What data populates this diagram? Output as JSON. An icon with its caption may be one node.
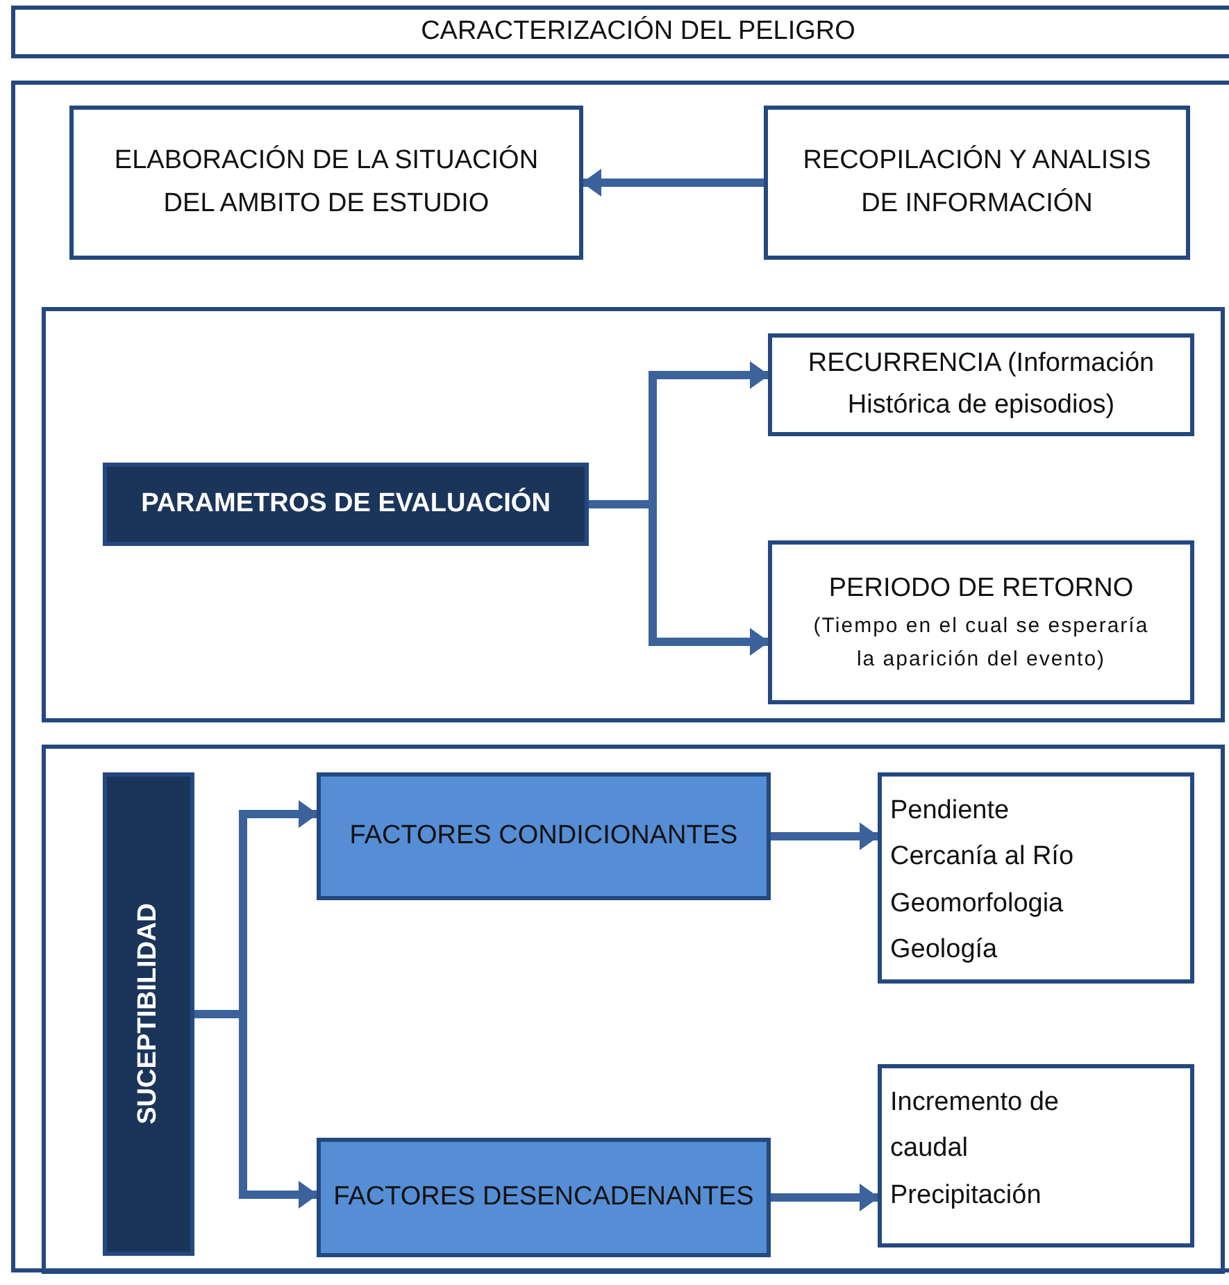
{
  "diagram": {
    "nodes": [
      {
        "text": [
          "CARACTERIZACIÓN DEL PELIGRO"
        ]
      },
      {
        "text": [],
        "shape": "box"
      },
      {
        "text": [
          "ELABORACIÓN DE LA SITUACIÓN DEL AMBITO DE ESTUDIO"
        ],
        "in": 1
      },
      {
        "text": [
          "RECOPILACIÓN Y ANALISIS DE INFORMACIÓN"
        ],
        "in": 1
      },
      {
        "text": [],
        "shape": "box",
        "in": 1
      },
      {
        "text": [
          "PARAMETROS DE EVALUACIÓN"
        ],
        "in": 4
      },
      {
        "text": [
          "RECURRENCIA (Información Histórica de episodios)"
        ],
        "in": 4
      },
      {
        "text": [
          "PERIODO DE RETORNO",
          "(Tiempo en el cual se esperaría la aparición del evento)"
        ],
        "in": 4
      },
      {
        "text": [],
        "shape": "box",
        "in": 1
      },
      {
        "text": [
          "SUCEPTIBILIDAD"
        ],
        "in": 8
      },
      {
        "text": [
          "FACTORES CONDICIONANTES"
        ],
        "in": 8
      },
      {
        "text": [
          "FACTORES DESENCADENANTES"
        ],
        "in": 8
      },
      {
        "text": [
          "Pendiente",
          "Cercanía al Río",
          "Geomorfologia",
          "Geología"
        ],
        "in": 8
      },
      {
        "text": [
          "Incremento de caudal",
          "Precipitación"
        ],
        "in": 8
      }
    ],
    "edges": [
      {
        "from": 3,
        "to": 2,
        "arrow": "to"
      },
      {
        "from": 5,
        "to": 6,
        "arrow": "to"
      },
      {
        "from": 5,
        "to": 7,
        "arrow": "to"
      },
      {
        "from": 9,
        "to": 10,
        "arrow": "to"
      },
      {
        "from": 9,
        "to": 11,
        "arrow": "to"
      },
      {
        "from": 10,
        "to": 12,
        "arrow": "to"
      },
      {
        "from": 11,
        "to": 13,
        "arrow": "to"
      }
    ]
  }
}
